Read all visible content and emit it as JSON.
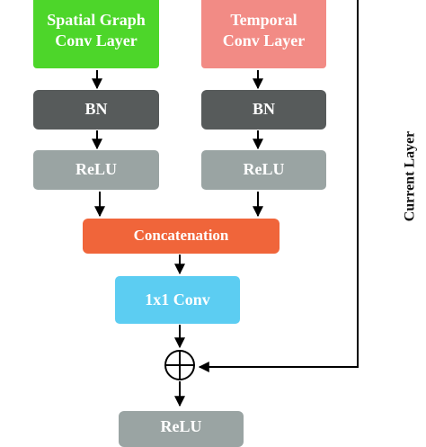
{
  "blocks": {
    "spatial_conv": {
      "label": "Spatial Graph\nConv Layer",
      "color": "#4dd62a"
    },
    "temporal_conv": {
      "label": "Temporal\nConv Layer",
      "color": "#f28b85"
    },
    "bn_left": {
      "label": "BN",
      "color": "#575b5b"
    },
    "bn_right": {
      "label": "BN",
      "color": "#575b5b"
    },
    "relu_left": {
      "label": "ReLU",
      "color": "#9aa4a3"
    },
    "relu_right": {
      "label": "ReLU",
      "color": "#9aa4a3"
    },
    "concatenation": {
      "label": "Concatenation",
      "color": "#f0653a"
    },
    "conv1x1": {
      "label": "1x1 Conv",
      "color": "#5ccdf2"
    },
    "relu_bottom": {
      "label": "ReLU",
      "color": "#9aa4a3"
    }
  },
  "side_label": "Current Layer",
  "sum_symbol": "add-circle",
  "line_color": "#000000"
}
